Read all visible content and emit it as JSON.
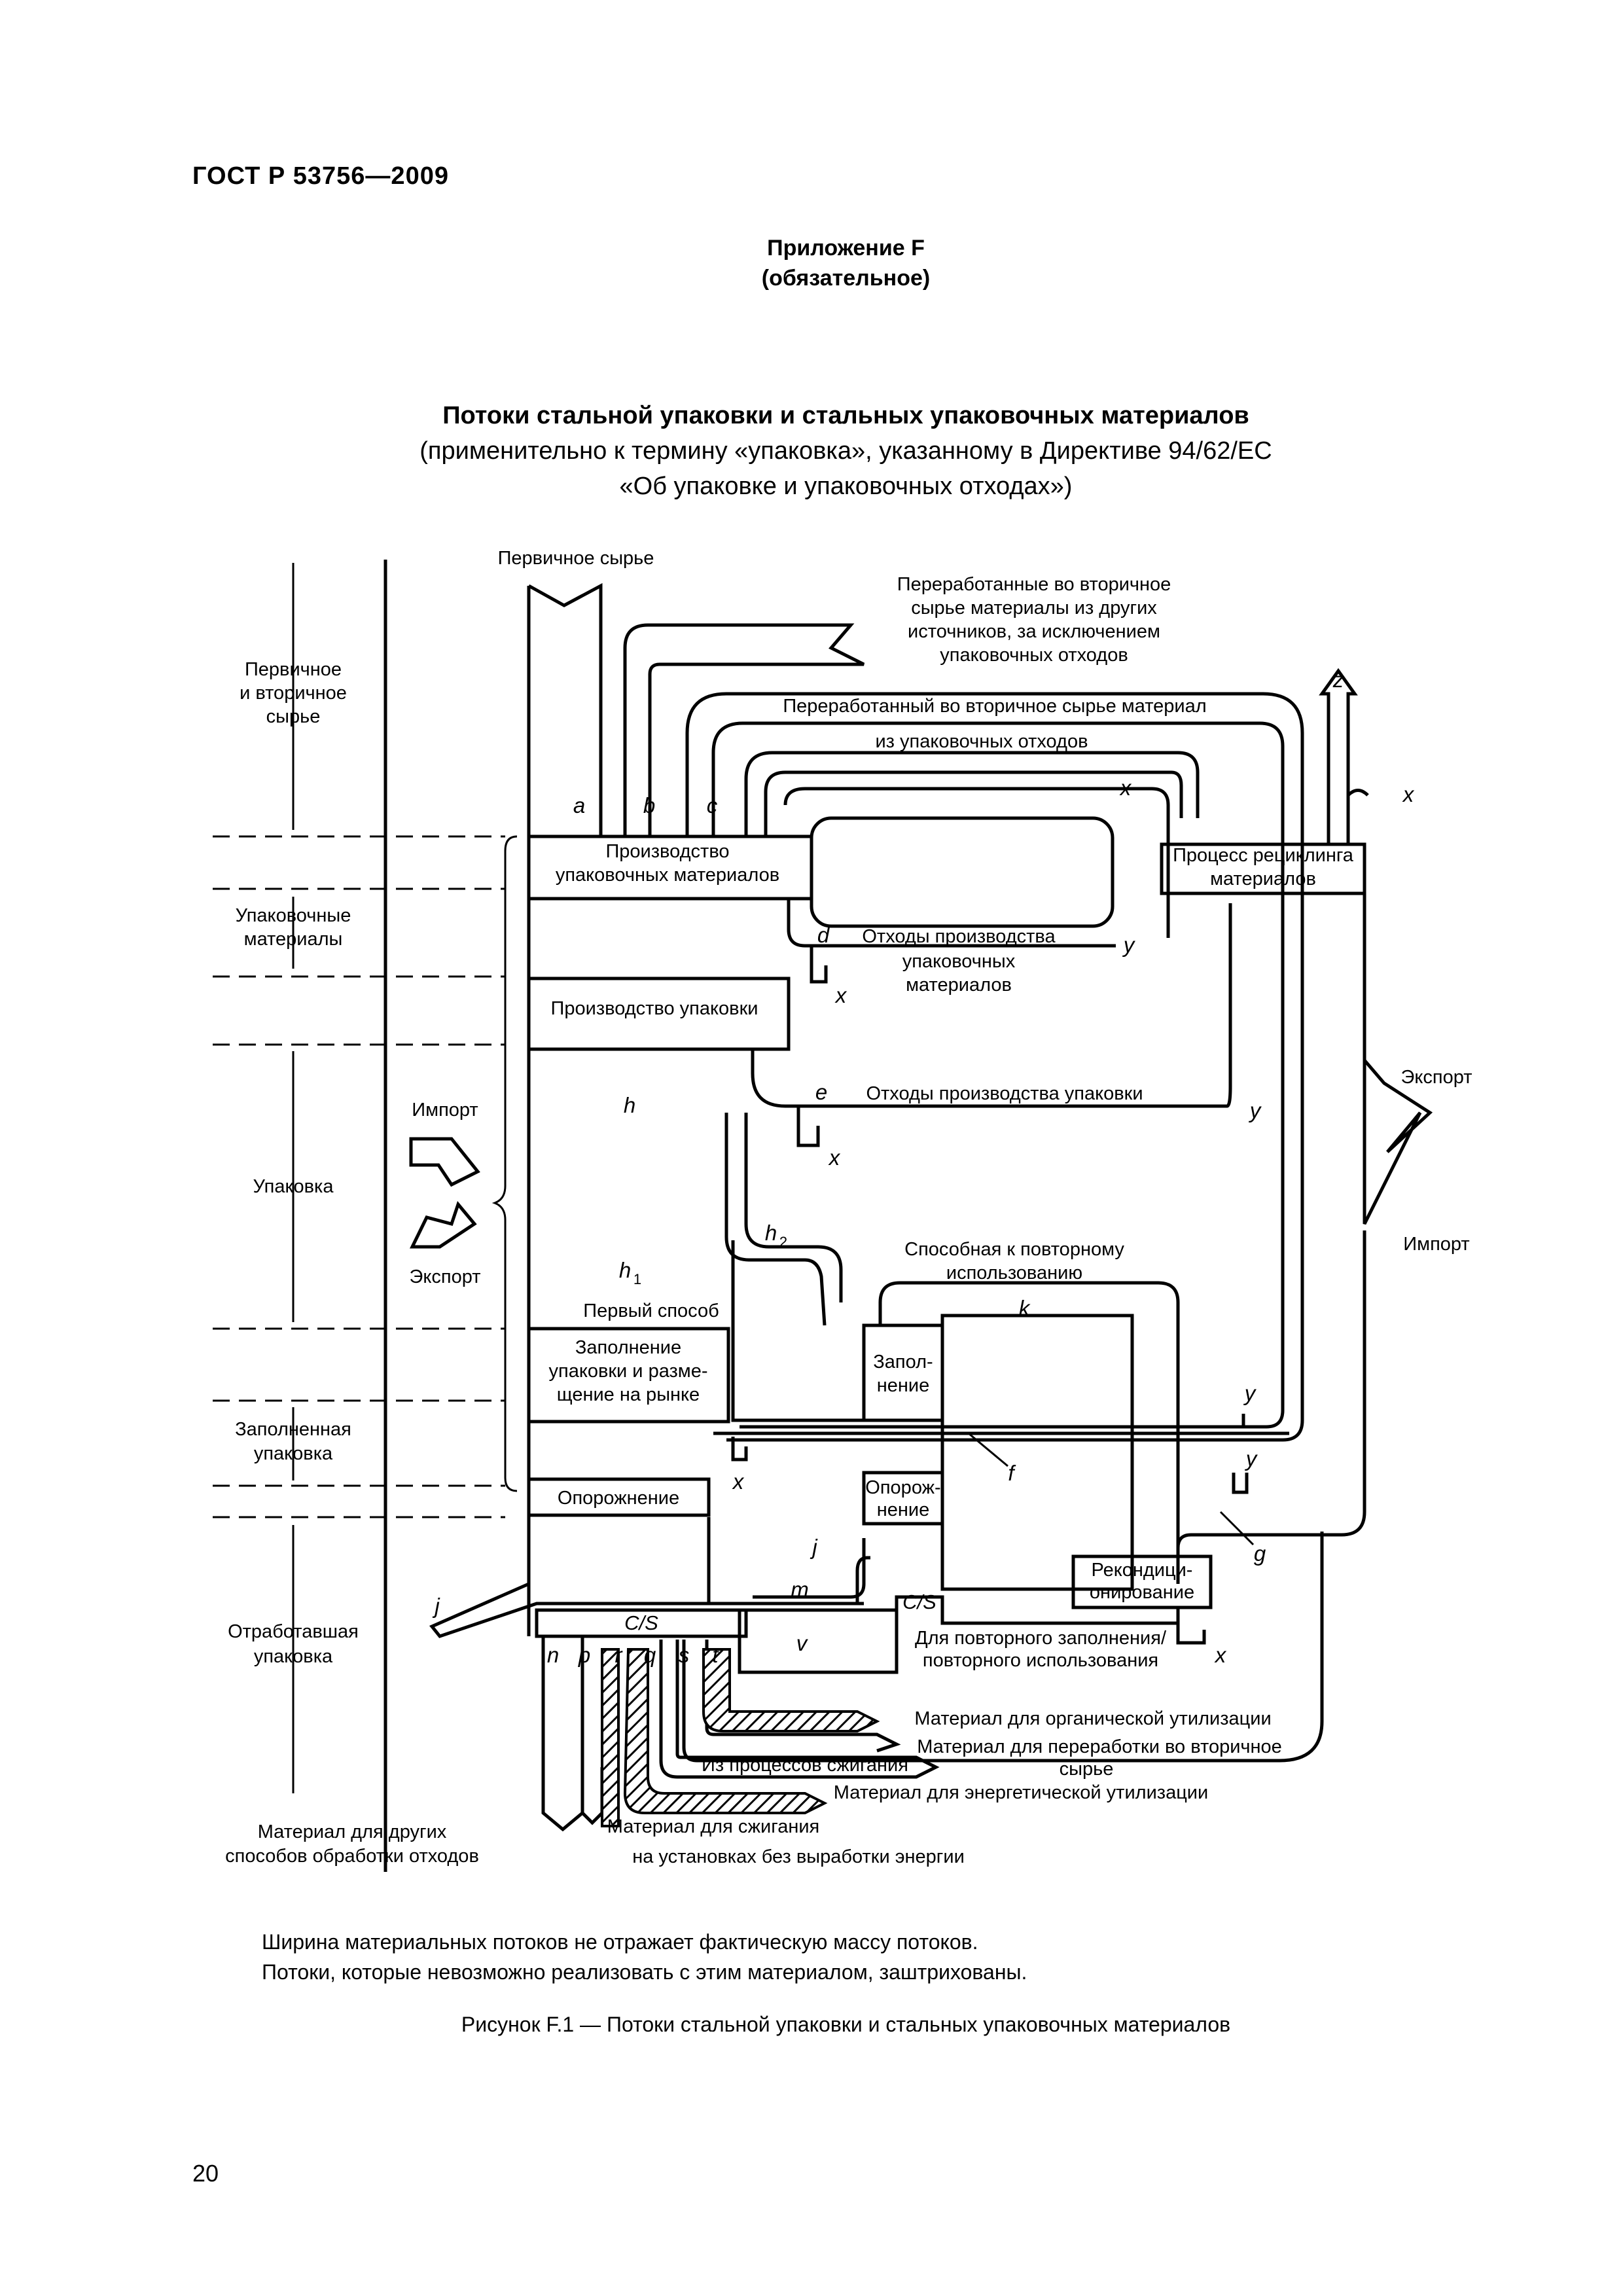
{
  "header": {
    "standard": "ГОСТ Р 53756—2009",
    "annex": "Приложение F",
    "annex_status": "(обязательное)"
  },
  "title": {
    "line1": "Потоки стальной упаковки и стальных упаковочных материалов",
    "line2": "(применительно к термину «упаковка», указанному в Директиве 94/62/ЕС",
    "line3": "«Об упаковке и упаковочных отходах»)"
  },
  "diagram": {
    "stages": {
      "raw_1": "Первичное",
      "raw_2": "и вторичное",
      "raw_3": "сырье",
      "packmat_1": "Упаковочные",
      "packmat_2": "материалы",
      "packaging": "Упаковка",
      "filled_1": "Заполненная",
      "filled_2": "упаковка",
      "used_1": "Отработавшая",
      "used_2": "упаковка",
      "other_1": "Материал для других",
      "other_2": "способов обработки отходов"
    },
    "import_label": "Импорт",
    "export_label": "Экспорт",
    "primary_raw": "Первичное сырье",
    "recycled_other": {
      "l1": "Переработанные во вторичное",
      "l2": "сырье материалы из других",
      "l3": "источников, за исключением",
      "l4": "упаковочных отходов"
    },
    "recycled_pack_1": "Переработанный во вторичное сырье материал",
    "recycled_pack_2": "из упаковочных отходов",
    "prod_packmat_1": "Производство",
    "prod_packmat_2": "упаковочных материалов",
    "prod_pack": "Производство упаковки",
    "waste_packmat_1": "Отходы производства",
    "waste_packmat_2": "упаковочных",
    "waste_packmat_3": "материалов",
    "waste_pack": "Отходы производства упаковки",
    "recycling_1": "Процесс рециклинга",
    "recycling_2": "материалов",
    "first_way": "Первый способ",
    "filling_1": "Заполнение",
    "filling_2": "упаковки и разме-",
    "filling_3": "щение на рынке",
    "reusable_1": "Способная к повторному",
    "reusable_2": "использованию",
    "refill_1": "Запол-",
    "refill_2": "нение",
    "empty_1": "Опорож-",
    "empty_2": "нение",
    "emptying": "Опорожнение",
    "recond_1": "Рекондици-",
    "recond_2": "онирование",
    "cs": "C/S",
    "for_reuse_1": "Для повторного заполнения/",
    "for_reuse_2": "повторного использования",
    "organic": "Материал для органической утилизации",
    "recycle_mat_1": "Материал для переработки во вторичное",
    "recycle_mat_2": "сырье",
    "from_incin": "Из процессов сжигания",
    "energy": "Материал для энергетической утилизации",
    "incin_1": "Материал для сжигания",
    "incin_2": "на установках без выработки энергии",
    "letters": {
      "a": "a",
      "b": "b",
      "c": "c",
      "d": "d",
      "e": "e",
      "f": "f",
      "g": "g",
      "h": "h",
      "h1": "h",
      "h1_sub": "1",
      "h2": "h",
      "h2_sub": "2",
      "j": "j",
      "k": "k",
      "m": "m",
      "n": "n",
      "p": "p",
      "q": "q",
      "r": "r",
      "s": "s",
      "t": "t",
      "v": "v",
      "x": "x",
      "y": "y",
      "z": "z"
    }
  },
  "notes": {
    "line1": "Ширина материальных потоков не отражает фактическую массу потоков.",
    "line2": "Потоки, которые невозможно реализовать с этим материалом, заштрихованы."
  },
  "caption": "Рисунок  F.1 — Потоки стальной упаковки и стальных упаковочных материалов",
  "page_number": "20"
}
